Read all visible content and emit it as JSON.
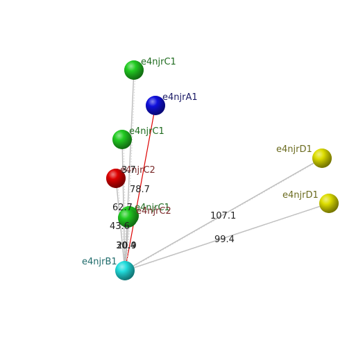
{
  "atoms": [
    {
      "id": "c1_top",
      "label": "e4njrC1",
      "color": "#22cc22",
      "label_color": "#1f6b1f"
    },
    {
      "id": "a1",
      "label": "e4njrA1",
      "color": "#1010dd",
      "label_color": "#1a1a66"
    },
    {
      "id": "c1_mid",
      "label": "e4njrC1",
      "color": "#22cc22",
      "label_color": "#1f6b1f"
    },
    {
      "id": "c2_red",
      "label": "e4njrC2",
      "color": "#dd0000",
      "label_color": "#7a2a2a"
    },
    {
      "id": "c1_low",
      "label": "e4njrC1",
      "color": "#22cc22",
      "label_color": "#1f6b1f"
    },
    {
      "id": "c2_low",
      "label": "e4njrC2",
      "color": "#22cc22",
      "label_color": "#7a2a2a"
    },
    {
      "id": "b1",
      "label": "e4njrB1",
      "color": "#22dddd",
      "label_color": "#1f6b6b"
    },
    {
      "id": "d1_top",
      "label": "e4njrD1",
      "color": "#dddd00",
      "label_color": "#6b6b1f"
    },
    {
      "id": "d1_low",
      "label": "e4njrD1",
      "color": "#dddd00",
      "label_color": "#6b6b1f"
    }
  ],
  "bonds": [
    {
      "from": "b1",
      "to": "c1_top",
      "color": "#bbbbbb"
    },
    {
      "from": "b1",
      "to": "a1",
      "color": "#dd0000"
    },
    {
      "from": "b1",
      "to": "c1_mid",
      "color": "#bbbbbb"
    },
    {
      "from": "b1",
      "to": "c2_red",
      "color": "#bbbbbb"
    },
    {
      "from": "b1",
      "to": "c1_low",
      "color": "#bbbbbb"
    },
    {
      "from": "b1",
      "to": "d1_top",
      "color": "#bbbbbb"
    },
    {
      "from": "b1",
      "to": "d1_low",
      "color": "#bbbbbb"
    }
  ],
  "distances": [
    {
      "text": "3.7"
    },
    {
      "text": "78.7"
    },
    {
      "text": "62.7"
    },
    {
      "text": "43.6"
    },
    {
      "text": "30.4"
    },
    {
      "text": "20.9"
    },
    {
      "text": "107.1"
    },
    {
      "text": "99.4"
    }
  ]
}
